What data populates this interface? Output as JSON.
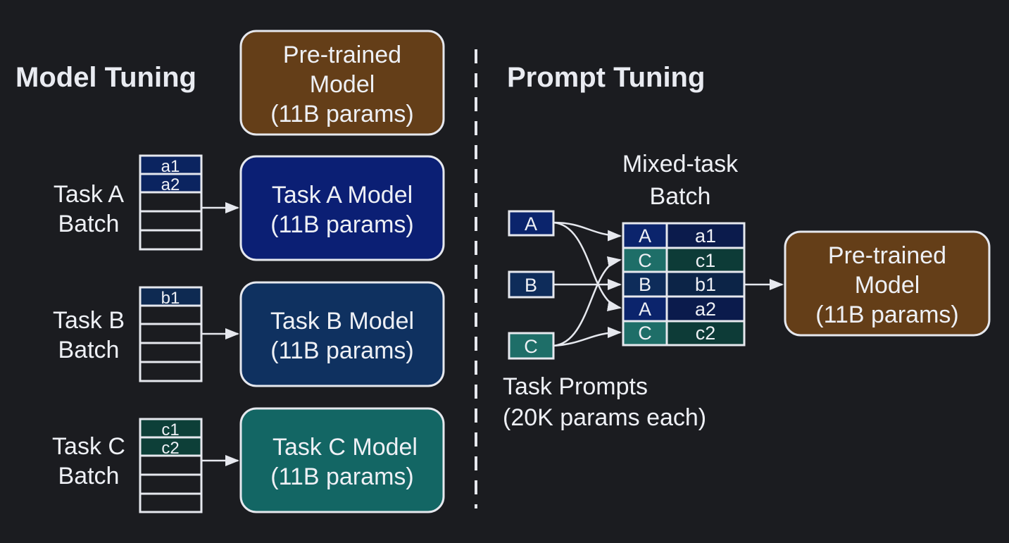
{
  "left": {
    "title": "Model Tuning",
    "pretrained": {
      "lines": [
        "Pre-trained",
        "Model",
        "(11B params)"
      ],
      "color": "#643e18"
    },
    "tasks": [
      {
        "batch_lines": [
          "Task A",
          "Batch"
        ],
        "rows": [
          "a1",
          "a2",
          "",
          "",
          ""
        ],
        "filled_color": "#0b2460",
        "model_lines": [
          "Task A Model",
          "(11B params)"
        ],
        "model_color": "#0b1f74"
      },
      {
        "batch_lines": [
          "Task B",
          "Batch"
        ],
        "rows": [
          "b1",
          "",
          "",
          "",
          ""
        ],
        "filled_color": "#0e2a52",
        "model_lines": [
          "Task B Model",
          "(11B params)"
        ],
        "model_color": "#0f3160"
      },
      {
        "batch_lines": [
          "Task C",
          "Batch"
        ],
        "rows": [
          "c1",
          "c2",
          "",
          "",
          ""
        ],
        "filled_color": "#0d3f38",
        "model_lines": [
          "Task C Model",
          "(11B params)"
        ],
        "model_color": "#136664"
      }
    ]
  },
  "right": {
    "title": "Prompt Tuning",
    "prompts": [
      {
        "label": "A",
        "color": "#0b246c"
      },
      {
        "label": "B",
        "color": "#0e2c5a"
      },
      {
        "label": "C",
        "color": "#1e6e68"
      }
    ],
    "prompts_caption": [
      "Task Prompts",
      "(20K params each)"
    ],
    "mixed_caption": [
      "Mixed-task",
      "Batch"
    ],
    "mixed_rows": [
      {
        "prompt": "A",
        "data": "a1",
        "prompt_color": "#0b246c",
        "data_color": "#0b1b4c"
      },
      {
        "prompt": "C",
        "data": "c1",
        "prompt_color": "#1e6e68",
        "data_color": "#0d3b37"
      },
      {
        "prompt": "B",
        "data": "b1",
        "prompt_color": "#0e2c5a",
        "data_color": "#0c2447"
      },
      {
        "prompt": "A",
        "data": "a2",
        "prompt_color": "#0b246c",
        "data_color": "#0b1b4c"
      },
      {
        "prompt": "C",
        "data": "c2",
        "prompt_color": "#1e6e68",
        "data_color": "#0d3b37"
      }
    ],
    "pretrained": {
      "lines": [
        "Pre-trained",
        "Model",
        "(11B params)"
      ],
      "color": "#643e18"
    }
  }
}
